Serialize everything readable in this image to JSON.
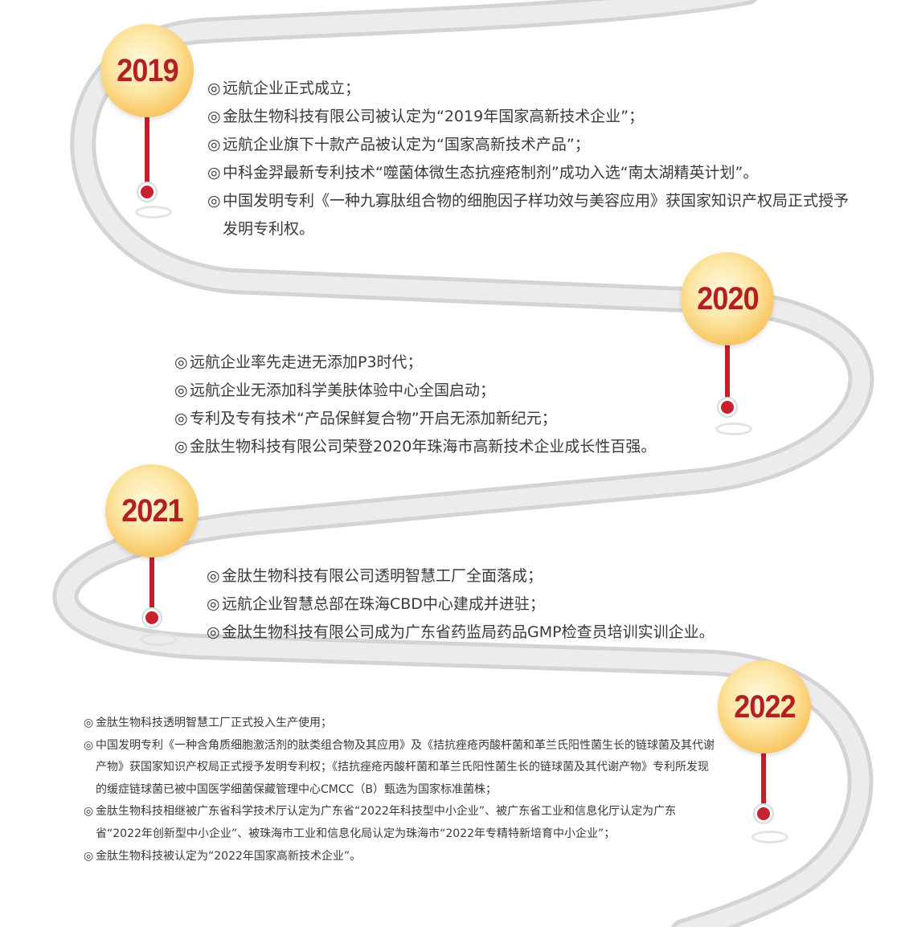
{
  "bullet": "◎",
  "colors": {
    "road": "#e6e6e6",
    "badge_year": "#b21f24",
    "pin": "#c21f2a",
    "text": "#3a3a3a"
  },
  "milestones": [
    {
      "year": "2019",
      "items": [
        "远航企业正式成立；",
        "金肽生物科技有限公司被认定为“2019年国家高新技术企业”；",
        "远航企业旗下十款产品被认定为“国家高新技术产品”；",
        "中科金羿最新专利技术“噬菌体微生态抗痤疮制剂”成功入选“南太湖精英计划”。",
        "中国发明专利《一种九寡肽组合物的细胞因子样功效与美容应用》获国家知识产权局正式授予发明专利权。"
      ]
    },
    {
      "year": "2020",
      "items": [
        "远航企业率先走进无添加P3时代；",
        "远航企业无添加科学美肤体验中心全国启动；",
        "专利及专有技术“产品保鲜复合物”开启无添加新纪元；",
        "金肽生物科技有限公司荣登2020年珠海市高新技术企业成长性百强。"
      ]
    },
    {
      "year": "2021",
      "items": [
        "金肽生物科技有限公司透明智慧工厂全面落成；",
        "远航企业智慧总部在珠海CBD中心建成并进驻；",
        "金肽生物科技有限公司成为广东省药监局药品GMP检查员培训实训企业。"
      ]
    },
    {
      "year": "2022",
      "items": [
        "金肽生物科技透明智慧工厂正式投入生产使用；",
        "中国发明专利《一种含角质细胞激活剂的肽类组合物及其应用》及《拮抗痤疮丙酸杆菌和革兰氏阳性菌生长的链球菌及其代谢产物》获国家知识产权局正式授予发明专利权；《拮抗痤疮丙酸杆菌和革兰氏阳性菌生长的链球菌及其代谢产物》专利所发现的缓症链球菌已被中国医学细菌保藏管理中心CMCC（B）甄选为国家标准菌株；",
        "金肽生物科技相继被广东省科学技术厅认定为广东省“2022年科技型中小企业”、被广东省工业和信息化厅认定为广东省“2022年创新型中小企业”、被珠海市工业和信息化局认定为珠海市“2022年专精特新培育中小企业”；",
        "金肽生物科技被认定为“2022年国家高新技术企业”。"
      ]
    }
  ]
}
